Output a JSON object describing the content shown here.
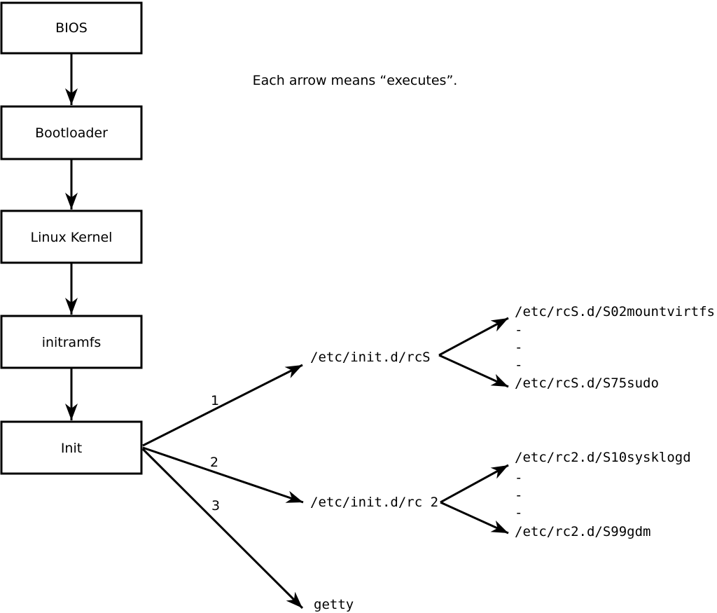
{
  "note": "Each arrow means “executes”.",
  "chain": [
    {
      "label": "BIOS"
    },
    {
      "label": "Bootloader"
    },
    {
      "label": "Linux Kernel"
    },
    {
      "label": "initramfs"
    },
    {
      "label": "Init"
    }
  ],
  "branches": [
    {
      "order": "1",
      "target": "/etc/init.d/rcS"
    },
    {
      "order": "2",
      "target": "/etc/init.d/rc 2"
    },
    {
      "order": "3",
      "target": "getty"
    }
  ],
  "rcS_dir": {
    "first": "/etc/rcS.d/S02mountvirtfs",
    "ellipsis": [
      "-",
      "-",
      "-"
    ],
    "last": "/etc/rcS.d/S75sudo"
  },
  "rc2_dir": {
    "first": "/etc/rc2.d/S10sysklogd",
    "ellipsis": [
      "-",
      "-",
      "-"
    ],
    "last": "/etc/rc2.d/S99gdm"
  },
  "colors": {
    "ink": "#000000",
    "background": "#ffffff"
  }
}
